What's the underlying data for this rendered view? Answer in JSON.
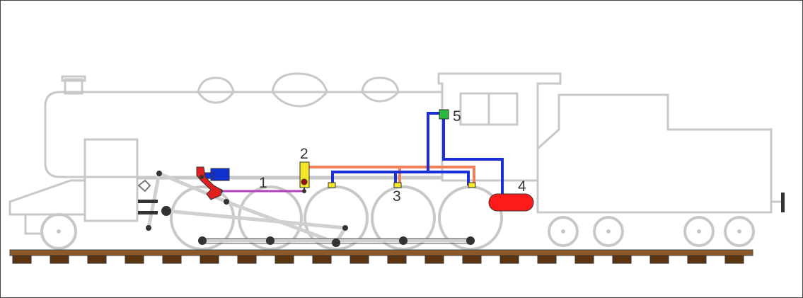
{
  "colors": {
    "outline": "#c8c8c8",
    "rod": "#c8c8c8",
    "rail": "#8b5a2b",
    "tie": "#5c3410",
    "pipe_blue": "#1a2fd6",
    "pipe_orange": "#f0805a",
    "pipe_purple": "#b040c0",
    "valve_yellow": "#f4e42a",
    "reservoir_red": "#ff1a1a",
    "cylinder_blue": "#1030d0",
    "lever_red": "#e02020",
    "valve_green": "#2ab83a"
  },
  "labels": [
    {
      "id": "1",
      "text": "1"
    },
    {
      "id": "2",
      "text": "2"
    },
    {
      "id": "3",
      "text": "3"
    },
    {
      "id": "4",
      "text": "4"
    },
    {
      "id": "5",
      "text": "5"
    }
  ]
}
